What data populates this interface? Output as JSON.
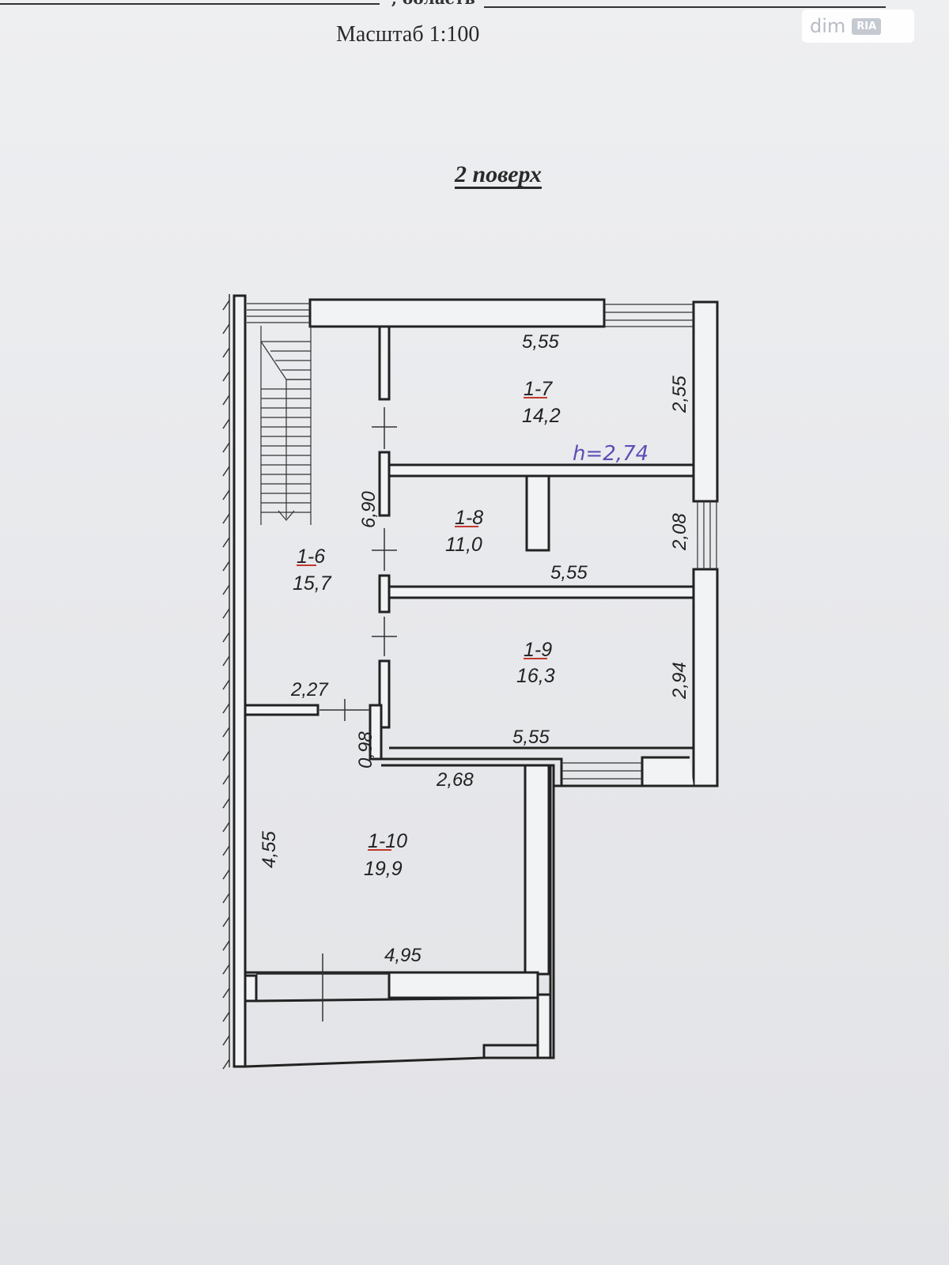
{
  "header": {
    "fragment_left": ", область",
    "scale_label": "Масштаб 1:100",
    "floor_title": "2 поверх"
  },
  "watermark": {
    "dim": "dim",
    "ria": "RIA"
  },
  "plan": {
    "rooms": [
      {
        "number": "1-6",
        "area": "15,7"
      },
      {
        "number": "1-7",
        "area": "14,2"
      },
      {
        "number": "1-8",
        "area": "11,0"
      },
      {
        "number": "1-9",
        "area": "16,3"
      },
      {
        "number": "1-10",
        "area": "19,9"
      }
    ],
    "dimensions": {
      "top_width": "5,55",
      "r7_depth": "2,55",
      "corridor_length": "6,90",
      "r8_depth": "2,08",
      "r8_width": "5,55",
      "r9_width": "5,55",
      "r9_depth": "2,94",
      "corridor_width": "2,27",
      "passage": "0,98",
      "r10_top": "2,68",
      "r10_depth": "4,55",
      "r10_bottom": "4,95"
    },
    "ceiling_height": "h=2,74",
    "colors": {
      "wall": "#222222",
      "ink": "#2a2a2a",
      "handwriting": "#5a4fb8",
      "room_number_underline": "#c0392b"
    }
  }
}
